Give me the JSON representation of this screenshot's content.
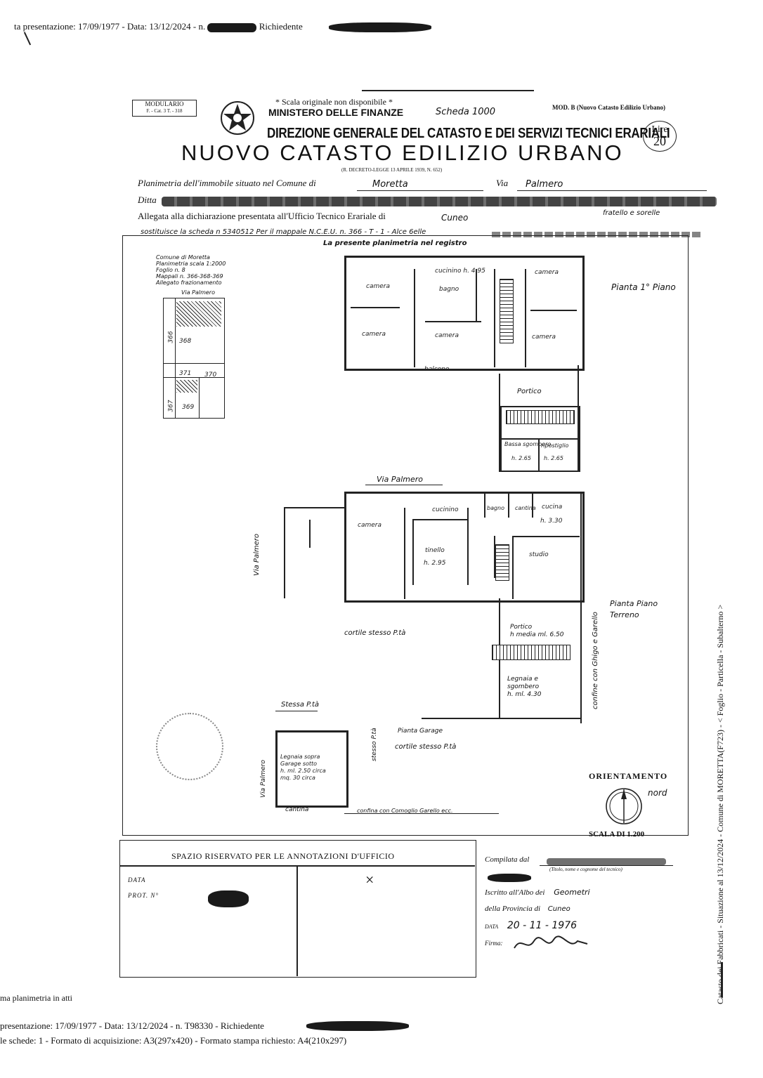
{
  "top_stamp": "ta presentazione: 17/09/1977 - Data: 13/12/2024 - n.",
  "top_stamp_richiedente": "Richiedente",
  "header": {
    "modulario": "MODULARIO",
    "modulario_code": "F. - Cat. 3 T. - 318",
    "scala_note": "* Scala originale non disponibile *",
    "ministry": "MINISTERO DELLE FINANZE",
    "scheda": "Scheda 1000",
    "mod_b": "MOD. B (Nuovo Catasto Edilizio Urbano)",
    "direzione": "DIREZIONE GENERALE DEL CATASTO E DEI SERVIZI TECNICI ERARIALI",
    "lire_label": "Lire",
    "lire_value": "20",
    "title": "NUOVO CATASTO EDILIZIO URBANO",
    "decreto": "(R. DECRETO-LEGGE 13 APRILE 1939, N. 652)"
  },
  "fields": {
    "planimetria_label": "Planimetria dell'immobile situato nel Comune di",
    "comune_value": "Moretta",
    "via_label": "Via",
    "via_value": "Palmero",
    "ditta_label": "Ditta",
    "ditta_note": "fratello e sorelle",
    "allegata_label": "Allegata alla dichiarazione presentata all'Ufficio Tecnico Erariale di",
    "ufficio_value": "Cuneo",
    "sostituisce": "sostituisce la scheda n 5340512 Per il mappale N.C.E.U. n. 366 - T - 1 - Alce 6elle",
    "presente": "La presente planimetria nel registro"
  },
  "plan": {
    "inset_lines": [
      "Comune di Moretta",
      "Planimetria scala 1:2000",
      "Foglio n. 8",
      "Mappali n. 366-368-369",
      "Allegato frazionamento"
    ],
    "inset_via": "Via Palmero",
    "inset_parcels": [
      "368",
      "369",
      "370",
      "366",
      "371",
      "367"
    ],
    "piano_primo": "Pianta 1° Piano",
    "piano_terreno_1": "Pianta Piano",
    "piano_terreno_2": "Terreno",
    "rooms_primo": [
      "camera",
      "cucinino h. 4.95",
      "bagno",
      "camera",
      "camera",
      "camera",
      "camera",
      "balcone"
    ],
    "portico": "Portico",
    "cantina_labels": [
      "Bassa sgombero",
      "ripostiglio",
      "h. 2.65",
      "h. 2.65"
    ],
    "via_palmero": "Via Palmero",
    "rooms_terra": [
      "camera",
      "cucinino",
      "bagno",
      "cantina",
      "cucina",
      "h. 3.30",
      "tinello",
      "h. 2.95",
      "studio"
    ],
    "via_palmero_vert": "Via Palmero",
    "cortile": "cortile stesso P.tà",
    "portico_h": "Portico",
    "portico_h2": "h media ml. 6.50",
    "legnaia": "Legnaia e",
    "sgombero": "sgombero",
    "legnaia_h": "h. ml. 4.30",
    "confine": "confine con Ghigo e Garello",
    "stessa": "Stessa P.tà",
    "garage_title": "Pianta Garage",
    "cortile2": "cortile stesso P.tà",
    "garage_lines": [
      "Legnaia sopra",
      "Garage sotto",
      "h. ml. 2.50 circa",
      "mq. 30 circa"
    ],
    "garage_via": "Via Palmero",
    "stesso_vert": "stesso P.tà",
    "cantina2": "cantina",
    "confine2": "confina con Comoglio Garello ecc.",
    "orientamento": "ORIENTAMENTO",
    "nord": "nord",
    "scala": "SCALA DI 1.200"
  },
  "footer": {
    "spazio": "SPAZIO RISERVATO PER LE ANNOTAZIONI D'UFFICIO",
    "data_label": "DATA",
    "prot_label": "PROT. N°",
    "compilata": "Compilata dal",
    "compilata_sub": "(Titolo, nome e cognome del tecnico)",
    "iscritto": "Iscritto all'Albo dei",
    "albo": "Geometri",
    "provincia": "della Provincia di",
    "provincia_val": "Cuneo",
    "data2_label": "DATA",
    "data2_val": "20 - 11 - 1976",
    "firma": "Firma:"
  },
  "bottom": {
    "line1": "ma planimetria in atti",
    "line2": "presentazione: 17/09/1977 - Data: 13/12/2024 - n. T98330 - Richiedente",
    "line3": "le schede: 1 - Formato di acquisizione: A3(297x420) - Formato stampa richiesto: A4(210x297)"
  },
  "side_text": "Catasto dei Fabbricati - Situazione al 13/12/2024 - Comune di MORETTA(F723) - < Foglio - Particella - Subalterno >"
}
